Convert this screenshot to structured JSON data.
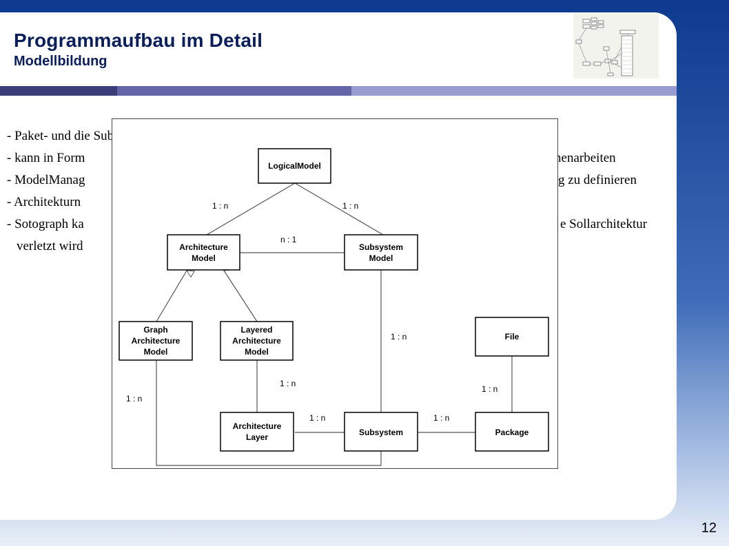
{
  "slide": {
    "title": "Programmaufbau im Detail",
    "subtitle": "Modellbildung",
    "page_number": "12"
  },
  "bullets": {
    "line1_left": "- Paket- und die Subsystemebene kann man sich flexibel modellieren",
    "line2_left": "- kann in Form",
    "line2_right": "mmenarbeiten",
    "line3_left": "- ModelManag",
    "line3_right": "g zu definieren",
    "line4_left": "- Architekturn",
    "line5_left": "- Sotograph ka",
    "line5_right": "e Sollarchitektur",
    "line6_left": "verletzt wird"
  },
  "diagram": {
    "nodes": {
      "logical_model": [
        "LogicalModel"
      ],
      "architecture_model": [
        "Architecture",
        "Model"
      ],
      "subsystem_model": [
        "Subsystem",
        "Model"
      ],
      "graph_architecture_model": [
        "Graph",
        "Architecture",
        "Model"
      ],
      "layered_architecture_model": [
        "Layered",
        "Architecture",
        "Model"
      ],
      "file": [
        "File"
      ],
      "architecture_layer": [
        "Architecture",
        "Layer"
      ],
      "subsystem": [
        "Subsystem"
      ],
      "package": [
        "Package"
      ]
    },
    "edge_labels": {
      "logical_to_architecture": "1 : n",
      "logical_to_subsystem_model": "1 : n",
      "architecture_to_subsystem_model": "n : 1",
      "subsystem_model_to_subsystem": "1 : n",
      "file_to_package": "1 : n",
      "layered_to_layer": "1 : n",
      "graph_to_subsystem": "1 : n",
      "layer_to_subsystem": "1 : n",
      "subsystem_to_package": "1 : n"
    }
  },
  "colors": {
    "background_top": "#0d3a8e",
    "title": "#0a1e5a",
    "bar_dark": "#3a3d78",
    "bar_mid": "#6266a8",
    "bar_light": "#999cd0"
  }
}
